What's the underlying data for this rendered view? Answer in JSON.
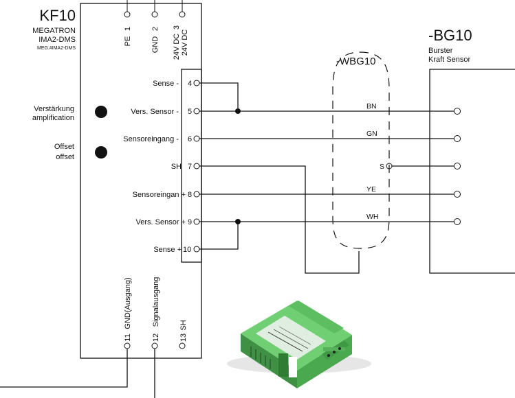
{
  "module": {
    "tag": "KF10",
    "maker": "MEGATRON",
    "model": "IMA2-DMS",
    "order_code": "MEG.#IMA2-DMS"
  },
  "sensor": {
    "tag": "-BG10",
    "maker": "Burster",
    "type": "Kraft Sensor"
  },
  "cable": {
    "tag": "-WBG10",
    "wires": [
      "BN",
      "GN",
      "S",
      "YE",
      "WH"
    ]
  },
  "top_pins": [
    {
      "num": "1",
      "label": "PE"
    },
    {
      "num": "2",
      "label": "GND"
    },
    {
      "num": "3",
      "label": "24V DC",
      "label2": "24V DC"
    }
  ],
  "terminals": [
    {
      "num": "4",
      "label": "Sense -"
    },
    {
      "num": "5",
      "label": "Vers. Sensor -"
    },
    {
      "num": "6",
      "label": "Sensoreingang -"
    },
    {
      "num": "7",
      "label": "SH"
    },
    {
      "num": "8",
      "label": "Sensoreingan +"
    },
    {
      "num": "9",
      "label": "Vers. Sensor +"
    },
    {
      "num": "10",
      "label": "Sense +"
    }
  ],
  "bottom_pins": [
    {
      "num": "11",
      "label": "GND(Ausgang)"
    },
    {
      "num": "12",
      "label": "Signalausgang"
    },
    {
      "num": "13",
      "label": "SH"
    }
  ],
  "controls": {
    "gain_de": "Verstärkung",
    "gain_en": "amplification",
    "offset_de": "Offset",
    "offset_en": "offset"
  },
  "product_photo": {
    "description": "green DIN-rail amplifier module IMA2-DMS"
  }
}
